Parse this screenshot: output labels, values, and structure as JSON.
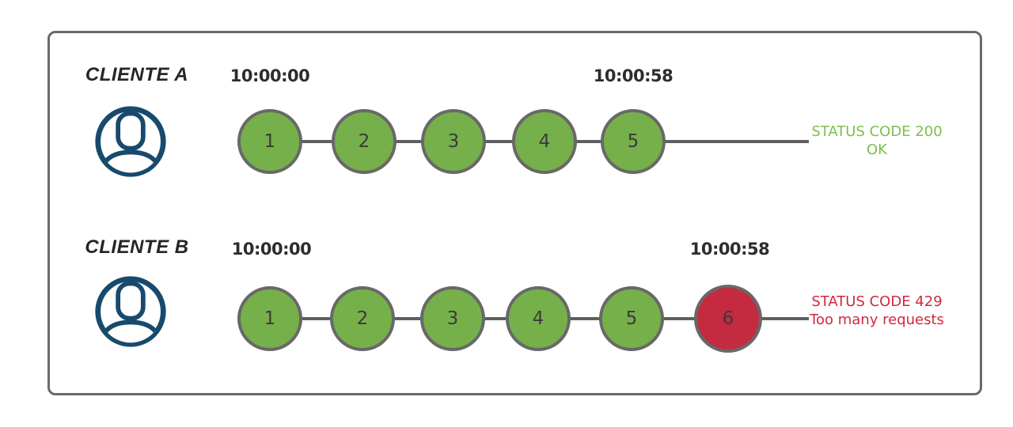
{
  "colors": {
    "success_circle_green": "#76b04a",
    "blocked_circle_red": "#c52b40",
    "status_ok_text_green": "#7cbf4c",
    "status_error_text_red": "#d0293e",
    "avatar_navy": "#174a6c",
    "line_gray": "#5f5f5f"
  },
  "rows": [
    {
      "client_label": "CLIENTE A",
      "start_time": "10:00:00",
      "end_time": "10:00:58",
      "requests": [
        {
          "label": "1",
          "state": "ok"
        },
        {
          "label": "2",
          "state": "ok"
        },
        {
          "label": "3",
          "state": "ok"
        },
        {
          "label": "4",
          "state": "ok"
        },
        {
          "label": "5",
          "state": "ok"
        }
      ],
      "status_line1": "STATUS CODE 200",
      "status_line2": "OK"
    },
    {
      "client_label": "CLIENTE B",
      "start_time": "10:00:00",
      "end_time": "10:00:58",
      "requests": [
        {
          "label": "1",
          "state": "ok"
        },
        {
          "label": "2",
          "state": "ok"
        },
        {
          "label": "3",
          "state": "ok"
        },
        {
          "label": "4",
          "state": "ok"
        },
        {
          "label": "5",
          "state": "ok"
        },
        {
          "label": "6",
          "state": "blocked"
        }
      ],
      "status_line1": "STATUS CODE 429",
      "status_line2": "Too many requests"
    }
  ]
}
